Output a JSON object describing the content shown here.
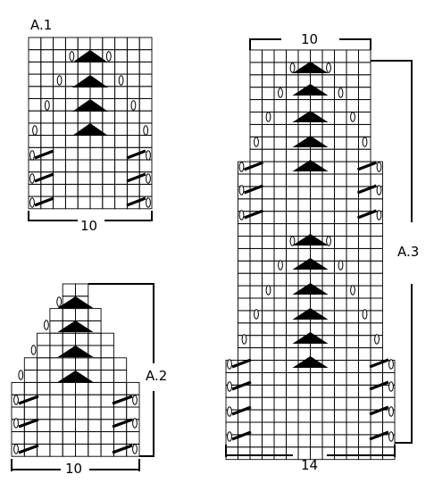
{
  "charts": {
    "a1": {
      "label": "A.1",
      "width_count": "10"
    },
    "a2": {
      "label": "A.2",
      "width_count": "10"
    },
    "a3": {
      "label": "A.3",
      "top_count": "10",
      "width_count": "14"
    }
  },
  "symbols": {
    "triangle": "decrease-triangle",
    "oval": "yarn-over-oval",
    "slash": "slanted-bar"
  }
}
